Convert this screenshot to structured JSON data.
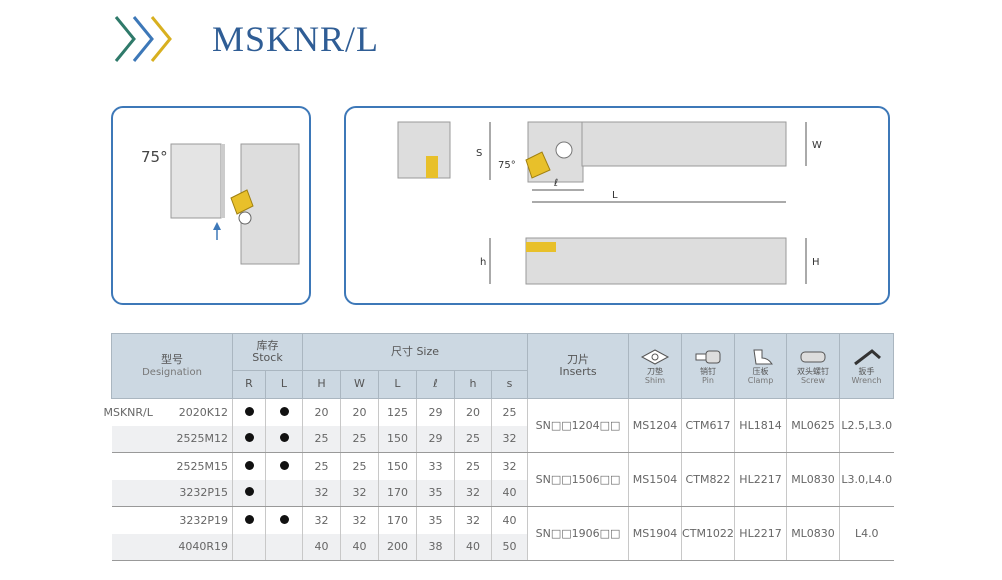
{
  "title": "MSKNR/L",
  "diagram": {
    "angle_label": "75°",
    "dims": {
      "s": "S",
      "w": "W",
      "l_small": "ℓ",
      "l_big": "L",
      "h": "h",
      "H": "H",
      "angle": "75°"
    }
  },
  "table": {
    "headers": {
      "designation_cn": "型号",
      "designation_en": "Designation",
      "stock_cn": "库存",
      "stock_en": "Stock",
      "size": "尺寸 Size",
      "cols": [
        "R",
        "L",
        "H",
        "W",
        "L",
        "ℓ",
        "h",
        "s"
      ],
      "inserts_cn": "刀片",
      "inserts_en": "Inserts",
      "shim_cn": "刀垫",
      "shim_en": "Shim",
      "pin_cn": "销钉",
      "pin_en": "Pin",
      "clamp_cn": "压板",
      "clamp_en": "Clamp",
      "screw_cn": "双头螺钉",
      "screw_en": "Screw",
      "wrench_cn": "扳手",
      "wrench_en": "Wrench"
    },
    "prefix": "MSKNR/L",
    "rows": [
      {
        "model": "2020K12",
        "R": "●",
        "L": "●",
        "H": "20",
        "W": "20",
        "Ln": "125",
        "l": "29",
        "h": "20",
        "s": "25"
      },
      {
        "model": "2525M12",
        "R": "●",
        "L": "●",
        "H": "25",
        "W": "25",
        "Ln": "150",
        "l": "29",
        "h": "25",
        "s": "32"
      },
      {
        "model": "2525M15",
        "R": "●",
        "L": "●",
        "H": "25",
        "W": "25",
        "Ln": "150",
        "l": "33",
        "h": "25",
        "s": "32"
      },
      {
        "model": "3232P15",
        "R": "●",
        "L": "",
        "H": "32",
        "W": "32",
        "Ln": "170",
        "l": "35",
        "h": "32",
        "s": "40"
      },
      {
        "model": "3232P19",
        "R": "●",
        "L": "●",
        "H": "32",
        "W": "32",
        "Ln": "170",
        "l": "35",
        "h": "32",
        "s": "40"
      },
      {
        "model": "4040R19",
        "R": "",
        "L": "",
        "H": "40",
        "W": "40",
        "Ln": "200",
        "l": "38",
        "h": "40",
        "s": "50"
      }
    ],
    "groups": [
      {
        "insert": "SN□□1204□□",
        "shim": "MS1204",
        "pin": "CTM617",
        "clamp": "HL1814",
        "screw": "ML0625",
        "wrench": "L2.5,L3.0"
      },
      {
        "insert": "SN□□1506□□",
        "shim": "MS1504",
        "pin": "CTM822",
        "clamp": "HL2217",
        "screw": "ML0830",
        "wrench": "L3.0,L4.0"
      },
      {
        "insert": "SN□□1906□□",
        "shim": "MS1904",
        "pin": "CTM1022",
        "clamp": "HL2217",
        "screw": "ML0830",
        "wrench": "L4.0"
      }
    ]
  }
}
